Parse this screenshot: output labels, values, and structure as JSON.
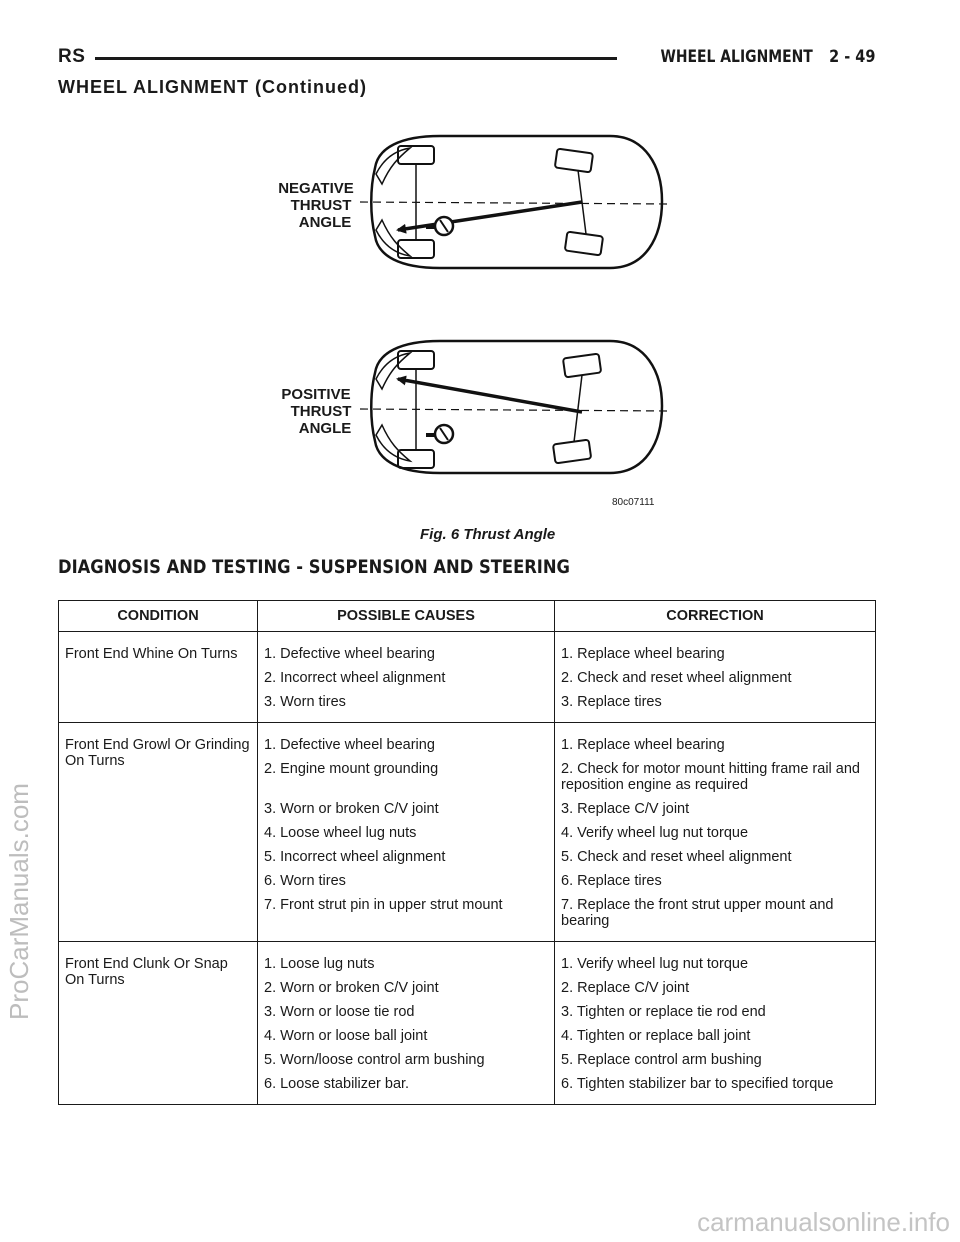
{
  "header": {
    "left": "RS",
    "title": "WHEEL ALIGNMENT",
    "page": "2 - 49"
  },
  "continued_title": "WHEEL ALIGNMENT (Continued)",
  "figure": {
    "top_label": [
      "NEGATIVE",
      "THRUST",
      "ANGLE"
    ],
    "bottom_label": [
      "POSITIVE",
      "THRUST",
      "ANGLE"
    ],
    "code": "80c07111",
    "caption": "Fig. 6 Thrust Angle"
  },
  "section_heading": "DIAGNOSIS AND TESTING - SUSPENSION AND STEERING",
  "table": {
    "headers": [
      "CONDITION",
      "POSSIBLE CAUSES",
      "CORRECTION"
    ],
    "groups": [
      {
        "condition": "Front End Whine On Turns",
        "rows": [
          {
            "cause": "1. Defective wheel bearing",
            "correction": "1. Replace wheel bearing"
          },
          {
            "cause": "2. Incorrect wheel alignment",
            "correction": "2. Check and reset wheel alignment"
          },
          {
            "cause": "3. Worn tires",
            "correction": "3. Replace tires"
          }
        ]
      },
      {
        "condition": "Front End Growl Or Grinding On Turns",
        "rows": [
          {
            "cause": "1. Defective wheel bearing",
            "correction": "1. Replace wheel bearing"
          },
          {
            "cause": "2. Engine mount grounding",
            "correction": "2. Check for motor mount hitting frame rail and reposition engine as required"
          },
          {
            "cause": "3. Worn or broken C/V joint",
            "correction": "3. Replace C/V joint"
          },
          {
            "cause": "4. Loose wheel lug nuts",
            "correction": "4. Verify wheel lug nut torque"
          },
          {
            "cause": "5. Incorrect wheel alignment",
            "correction": "5. Check and reset wheel alignment"
          },
          {
            "cause": "6. Worn tires",
            "correction": "6. Replace tires"
          },
          {
            "cause": "7. Front strut pin in upper strut mount",
            "correction": "7. Replace the front strut upper mount and bearing"
          }
        ]
      },
      {
        "condition": "Front End Clunk Or Snap On Turns",
        "rows": [
          {
            "cause": "1. Loose lug nuts",
            "correction": "1. Verify wheel lug nut torque"
          },
          {
            "cause": "2. Worn or broken C/V joint",
            "correction": "2. Replace C/V joint"
          },
          {
            "cause": "3. Worn or loose tie rod",
            "correction": "3. Tighten or replace tie rod end"
          },
          {
            "cause": "4. Worn or loose ball joint",
            "correction": "4. Tighten or replace ball joint"
          },
          {
            "cause": "5. Worn/loose control arm bushing",
            "correction": "5. Replace control arm bushing"
          },
          {
            "cause": "6. Loose stabilizer bar.",
            "correction": "6. Tighten stabilizer bar to specified torque"
          }
        ]
      }
    ]
  },
  "watermarks": {
    "left": "ProCarManuals.com",
    "bottom": "carmanualsonline.info"
  }
}
